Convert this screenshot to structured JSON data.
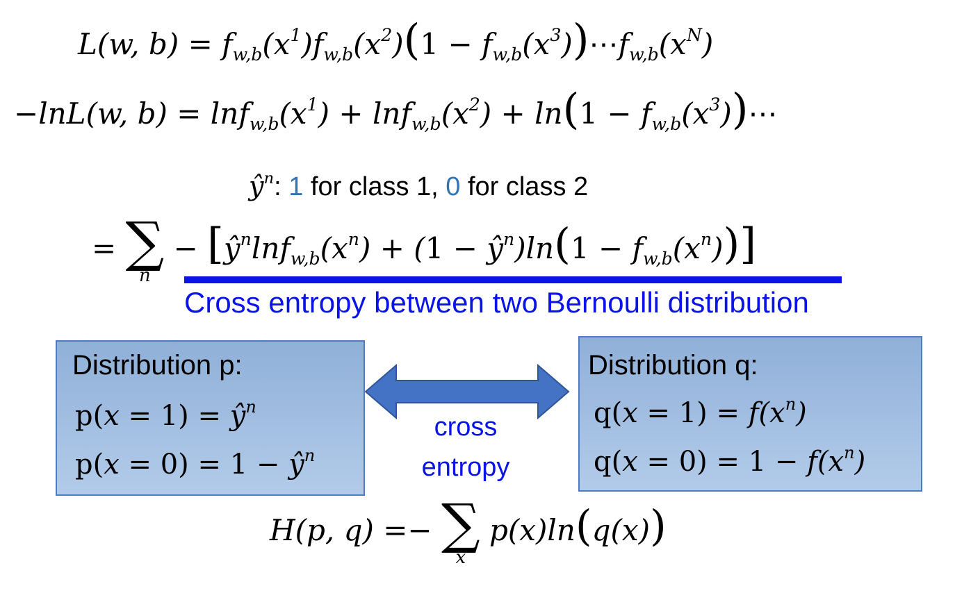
{
  "equations": {
    "likelihood": "L(w, b) = f_{w,b}(x^1) f_{w,b}(x^2) (1 − f_{w,b}(x^3)) ⋯ f_{w,b}(x^N)",
    "neg_log_likelihood": "−lnL(w, b) = lnf_{w,b}(x^1) + lnf_{w,b}(x^2) + ln(1 − f_{w,b}(x^3)) ⋯",
    "sum_form": "= Σ_n − [ŷ^n lnf_{w,b}(x^n) + (1 − ŷ^n) ln(1 − f_{w,b}(x^n))]",
    "cross_entropy_def": "H(p, q) =− Σ_x p(x) ln(q(x))"
  },
  "labels": {
    "yhat_prefix": ": ",
    "one": "1",
    "for_class1": " for class 1, ",
    "zero": "0",
    "for_class2": " for class 2",
    "cross_entropy_caption": "Cross entropy between two Bernoulli distribution",
    "cross": "cross",
    "entropy": "entropy"
  },
  "box_p": {
    "title": "Distribution p:",
    "line1": "p(x = 1) = ŷ^n",
    "line2": "p(x = 0) = 1 − ŷ^n"
  },
  "box_q": {
    "title": "Distribution q:",
    "line1": "q(x = 1) = f(x^n)",
    "line2": "q(x = 0) = 1 − f(x^n)"
  },
  "colors": {
    "blue_text": "#0a14e6",
    "accent_blue": "#2e75b6",
    "box_fill": "#9dbbe1",
    "box_border": "#4f7cc0",
    "arrow_fill": "#4472c4"
  },
  "icons": {
    "arrow": "double-headed-arrow-icon"
  }
}
